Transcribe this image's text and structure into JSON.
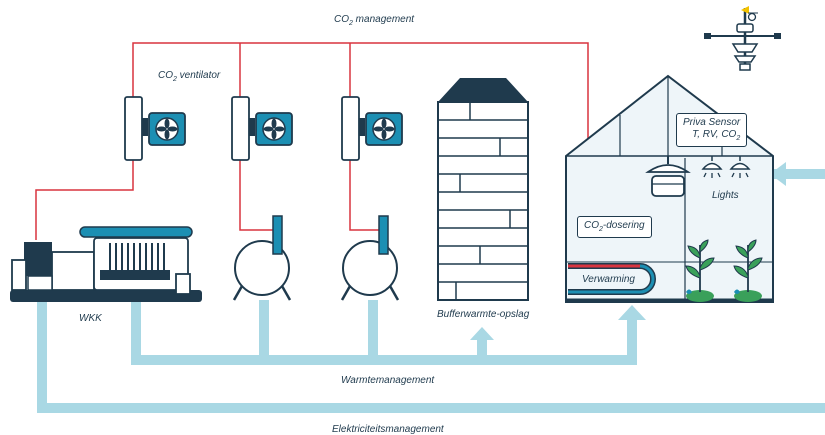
{
  "labels": {
    "co2_management": "CO2 management",
    "co2_ventilator": "CO2 ventilator",
    "wkk": "WKK",
    "buffer": "Bufferwarmte-opslag",
    "co2_dosering": "CO2-dosering",
    "verwarming": "Verwarming",
    "lights": "Lights",
    "sensor_line1": "Priva Sensor",
    "sensor_line2": "T, RV, CO2",
    "warmtemanagement": "Warmtemanagement",
    "elektriciteit": "Elektriciteitsmanagement"
  },
  "colors": {
    "co2_line": "#d9343f",
    "heat_pipe": "#a9d8e4",
    "outline": "#1f3a4d",
    "accent": "#1c8fb3",
    "greenhouse_fill": "#eef5f9",
    "plant": "#3aa05a"
  }
}
